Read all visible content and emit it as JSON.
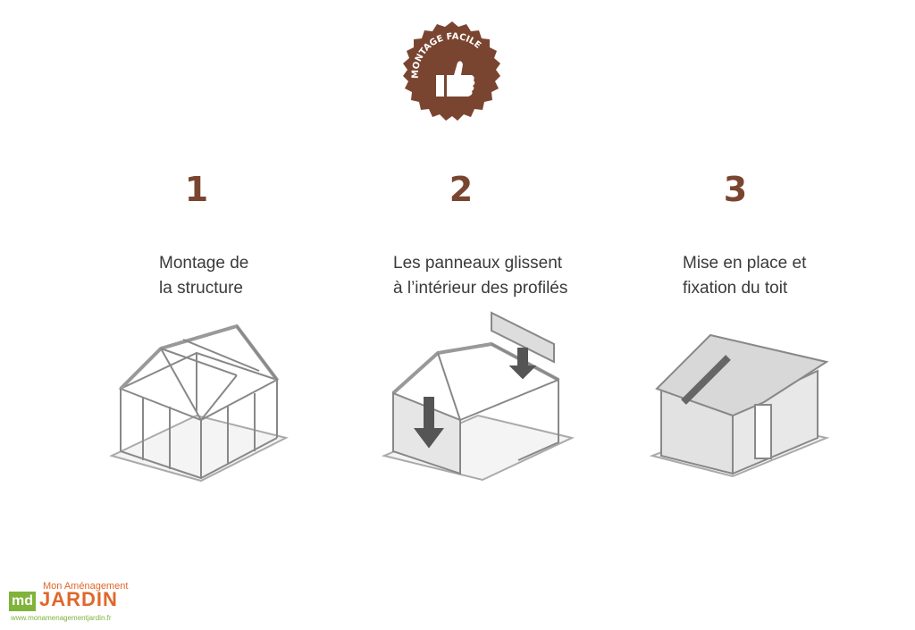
{
  "badge": {
    "text": "MONTAGE FACILE",
    "icon": "thumbs-up-icon",
    "color": "#7a4530"
  },
  "steps": [
    {
      "number": "1",
      "line1": "Montage de",
      "line2": "la structure",
      "illustration": "greenhouse-frame"
    },
    {
      "number": "2",
      "line1": "Les panneaux glissent",
      "line2": "à l’intérieur des profilés",
      "illustration": "panels-sliding"
    },
    {
      "number": "3",
      "line1": "Mise en place et",
      "line2": "fixation du toit",
      "illustration": "roof-fixing"
    }
  ],
  "logo": {
    "top": "Mon Aménagement",
    "main": "JARDIN",
    "mark": "md",
    "url": "www.monamenagementjardin.fr",
    "colors": {
      "orange": "#e0672a",
      "green": "#7fb33a"
    }
  }
}
